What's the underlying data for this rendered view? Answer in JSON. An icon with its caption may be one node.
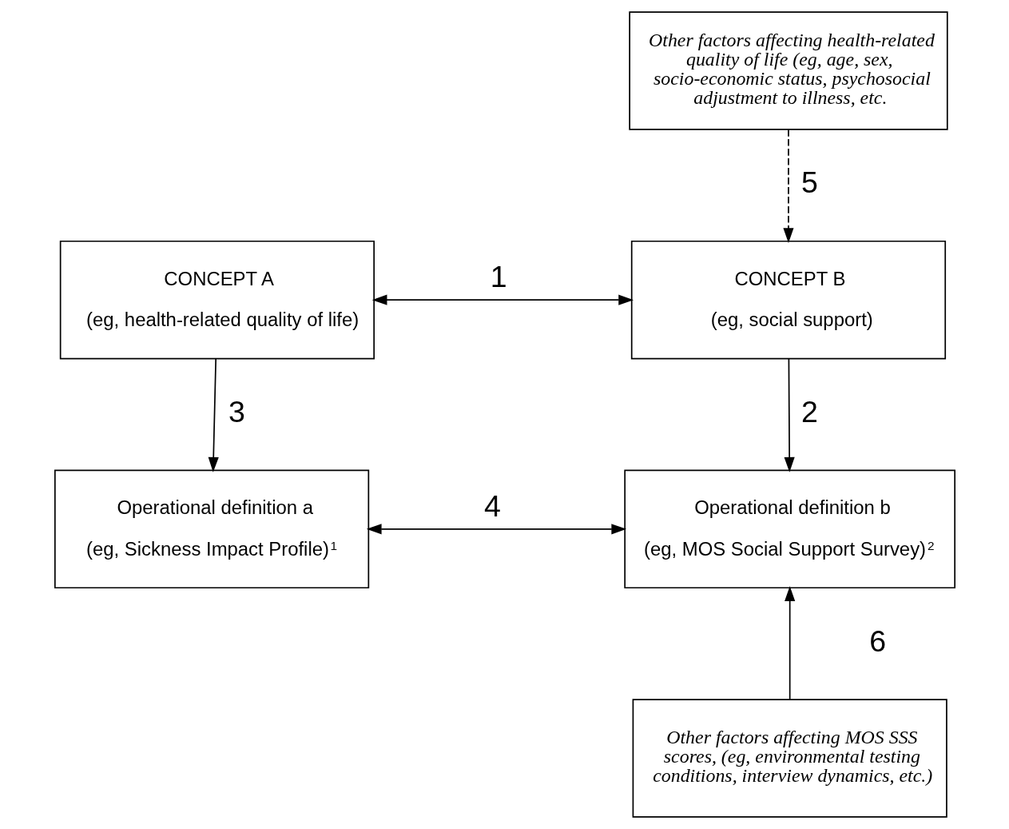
{
  "diagram": {
    "nodes": [
      {
        "text": [
          "Other factors affecting health-related quality of life (eg, age, sex, socio-economic status, psychosocial adjustment to illness, etc."
        ]
      },
      {
        "text": [
          "CONCEPT A",
          "(eg, health-related quality of life)"
        ]
      },
      {
        "text": [
          "CONCEPT B",
          "(eg, social support)"
        ]
      },
      {
        "text": [
          "Operational definition a",
          "(eg, Sickness Impact Profile)$^{1}$"
        ]
      },
      {
        "text": [
          "Operational definition b",
          "(eg, MOS Social Support Survey)$^{2}$"
        ]
      },
      {
        "text": [
          "Other factors affecting MOS SSS scores, (eg, environmental testing conditions, interview dynamics, etc.)"
        ]
      }
    ],
    "edges": [
      {
        "from": 1,
        "to": 2,
        "arrow": "both",
        "label": "1"
      },
      {
        "from": 2,
        "to": 4,
        "arrow": "to",
        "label": "2"
      },
      {
        "from": 1,
        "to": 3,
        "arrow": "to",
        "label": "3"
      },
      {
        "from": 3,
        "to": 4,
        "arrow": "both",
        "label": "4"
      },
      {
        "from": 0,
        "to": 2,
        "arrow": "to",
        "label": "5",
        "style": "dashed"
      },
      {
        "from": 5,
        "to": 4,
        "arrow": "to",
        "label": "6"
      }
    ]
  }
}
